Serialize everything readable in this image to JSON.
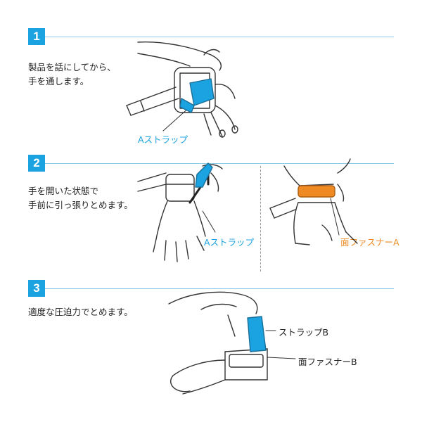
{
  "steps": [
    {
      "number": "1",
      "lines": [
        "製品を話にしてから、",
        "手を通します。"
      ],
      "callouts": [
        {
          "text": "Aストラップ",
          "color": "blue"
        }
      ]
    },
    {
      "number": "2",
      "lines": [
        "手を開いた状態で",
        "手前に引っ張りとめます。"
      ],
      "callouts": [
        {
          "text": "Aストラップ",
          "color": "blue"
        },
        {
          "text": "面ファスナーA",
          "color": "orange"
        }
      ]
    },
    {
      "number": "3",
      "lines": [
        "適度な圧迫力でとめます。"
      ],
      "callouts": [
        {
          "text": "ストラップB",
          "color": "blue"
        },
        {
          "text": "面ファスナーB",
          "color": "blue"
        }
      ]
    }
  ],
  "colors": {
    "accent_blue": "#1aa3e0",
    "accent_orange": "#ef8a22",
    "rule_blue": "#8cc9e8",
    "line_art": "#333333"
  },
  "icons": [
    "hand-illustration",
    "wrist-support-illustration",
    "arrow-icon"
  ]
}
